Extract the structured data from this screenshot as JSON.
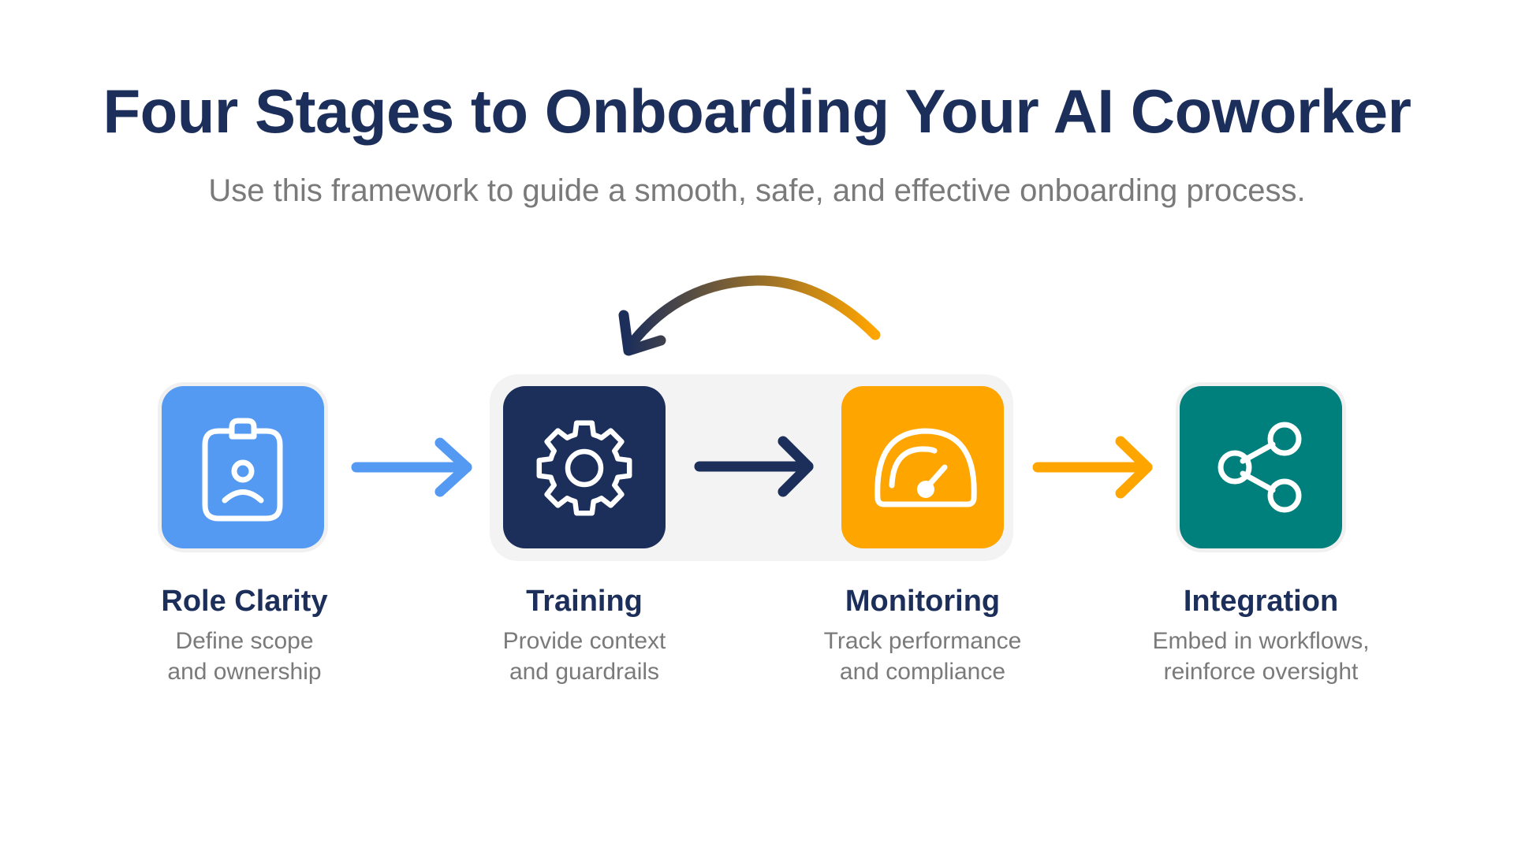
{
  "header": {
    "title": "Four Stages to Onboarding Your AI Coworker",
    "subtitle": "Use this framework to guide a smooth, safe, and effective onboarding process."
  },
  "stages": [
    {
      "title": "Role Clarity",
      "desc_line1": "Define scope",
      "desc_line2": "and ownership",
      "icon": "id-badge-icon",
      "color": "#5499f2"
    },
    {
      "title": "Training",
      "desc_line1": "Provide context",
      "desc_line2": "and guardrails",
      "icon": "gear-icon",
      "color": "#1c2e5a"
    },
    {
      "title": "Monitoring",
      "desc_line1": "Track performance",
      "desc_line2": "and compliance",
      "icon": "speedometer-icon",
      "color": "#ffa500"
    },
    {
      "title": "Integration",
      "desc_line1": "Embed in workflows,",
      "desc_line2": "reinforce oversight",
      "icon": "share-nodes-icon",
      "color": "#00807d"
    }
  ],
  "connectors": [
    {
      "from": "Role Clarity",
      "to": "Training",
      "color": "#5499f2"
    },
    {
      "from": "Training",
      "to": "Monitoring",
      "color": "#1c2e5a"
    },
    {
      "from": "Monitoring",
      "to": "Integration",
      "color": "#ffa500"
    }
  ],
  "feedback_loop": {
    "from": "Monitoring",
    "to": "Training",
    "gradient": [
      "#1c2e5a",
      "#ffa500"
    ]
  }
}
